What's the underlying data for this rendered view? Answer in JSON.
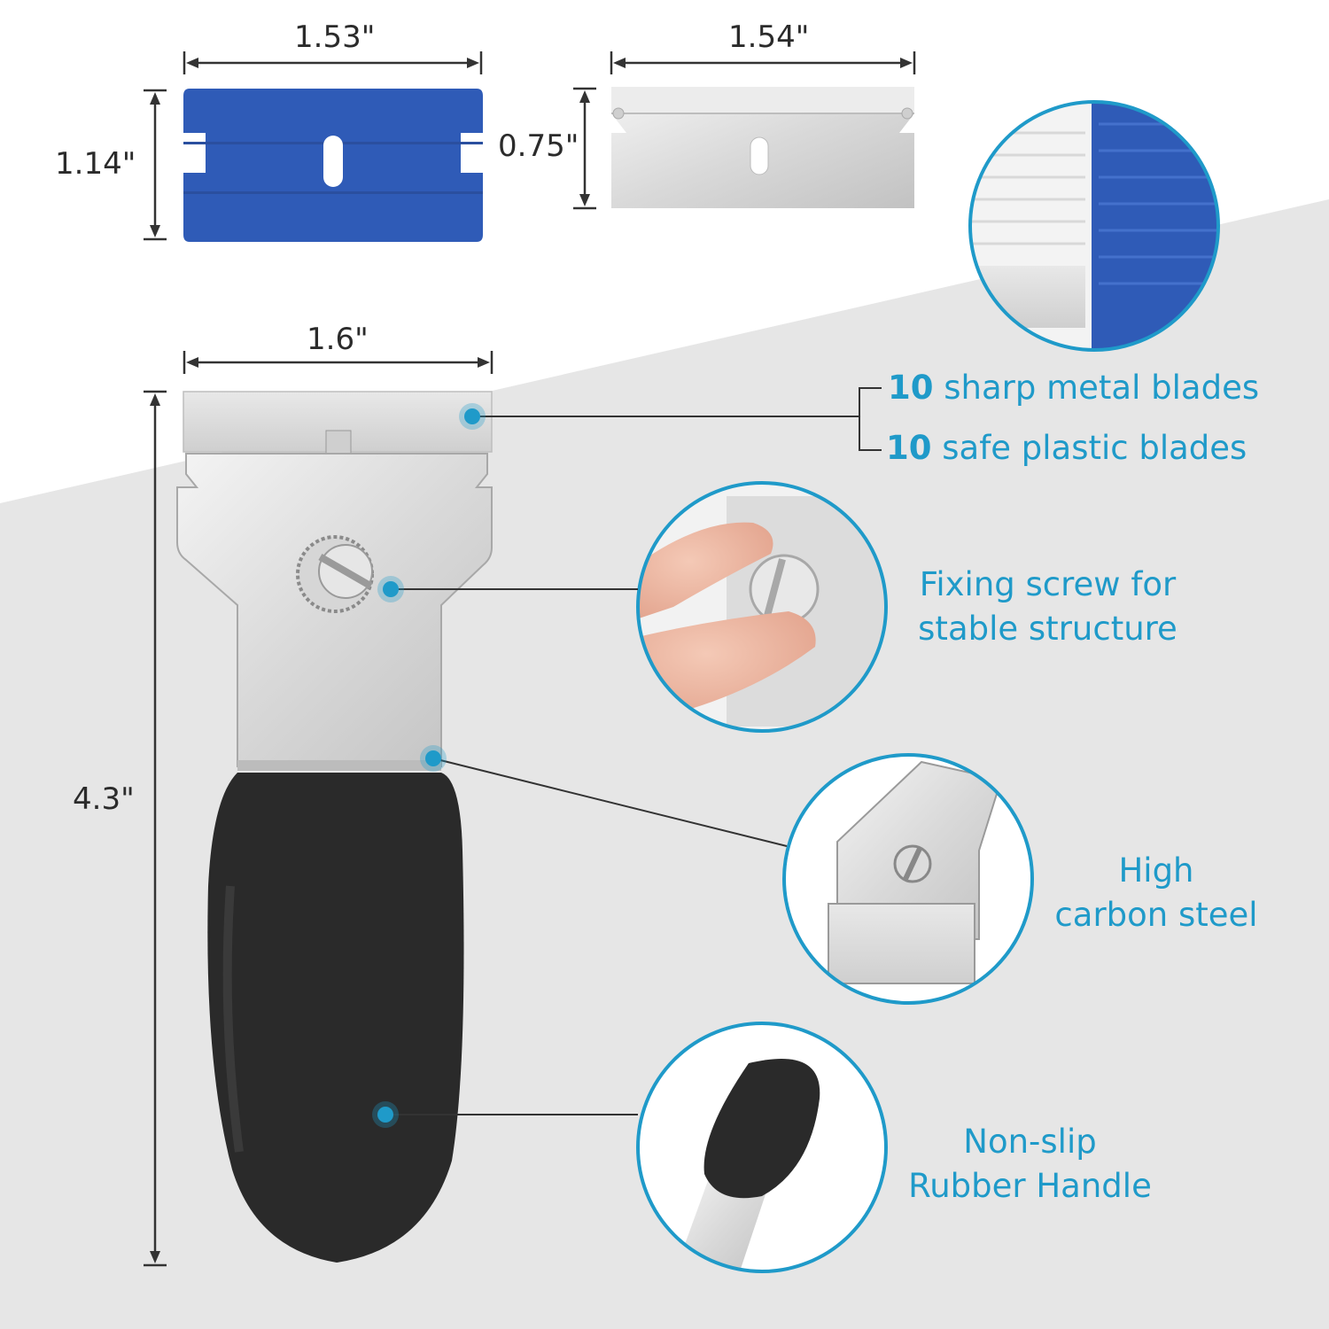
{
  "dimensions": {
    "plastic_blade_width": "1.53\"",
    "plastic_blade_height": "1.14\"",
    "metal_blade_width": "1.54\"",
    "metal_blade_height": "0.75\"",
    "scraper_width": "1.6\"",
    "scraper_height": "4.3\""
  },
  "features": {
    "metal_blades_count": "10",
    "metal_blades_text": " sharp metal blades",
    "plastic_blades_count": "10",
    "plastic_blades_text": " safe plastic blades",
    "screw_line1": "Fixing screw for",
    "screw_line2": "stable structure",
    "steel_line1": "High",
    "steel_line2": "carbon steel",
    "handle_line1": "Non-slip",
    "handle_line2": "Rubber Handle"
  },
  "colors": {
    "accent": "#1f9ac9",
    "plastic_blade": "#2f5bb7",
    "background_band": "#e6e6e6",
    "handle": "#2a2a2a"
  },
  "icons": [
    "plastic-blade-icon",
    "metal-blade-icon",
    "scraper-icon",
    "callout-dot-icon"
  ]
}
